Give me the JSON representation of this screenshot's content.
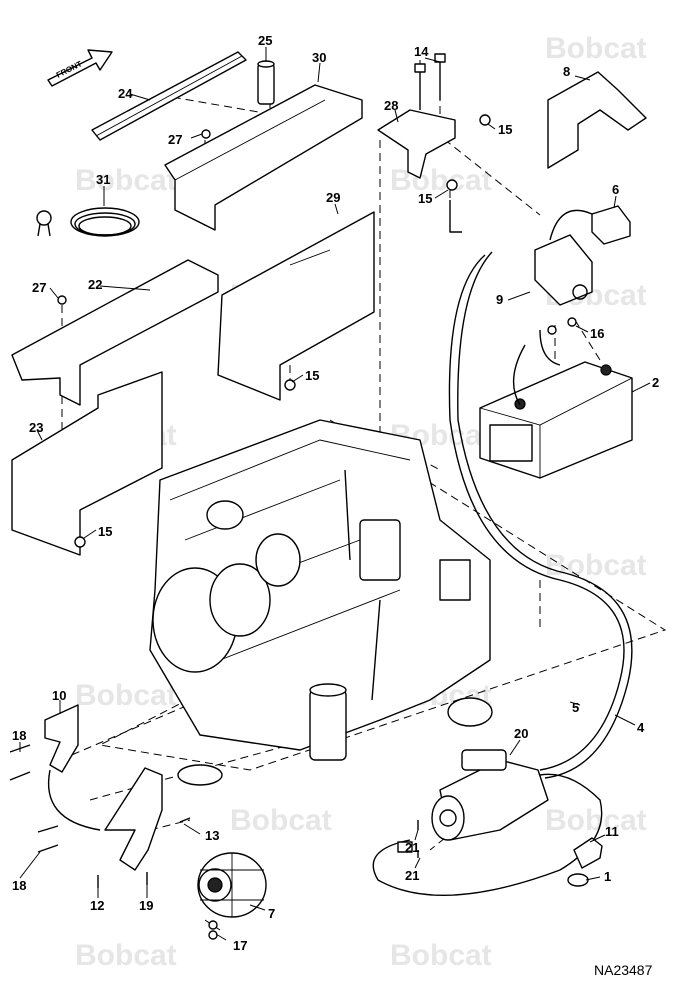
{
  "watermark": "Bobcat",
  "front_label": "FRONT",
  "figure_code": "NA23487",
  "callouts": [
    "1",
    "2",
    "4",
    "5",
    "6",
    "7",
    "8",
    "9",
    "10",
    "11",
    "12",
    "13",
    "14",
    "15",
    "16",
    "17",
    "18",
    "19",
    "20",
    "21",
    "22",
    "23",
    "24",
    "25",
    "27",
    "28",
    "29",
    "30",
    "31"
  ]
}
